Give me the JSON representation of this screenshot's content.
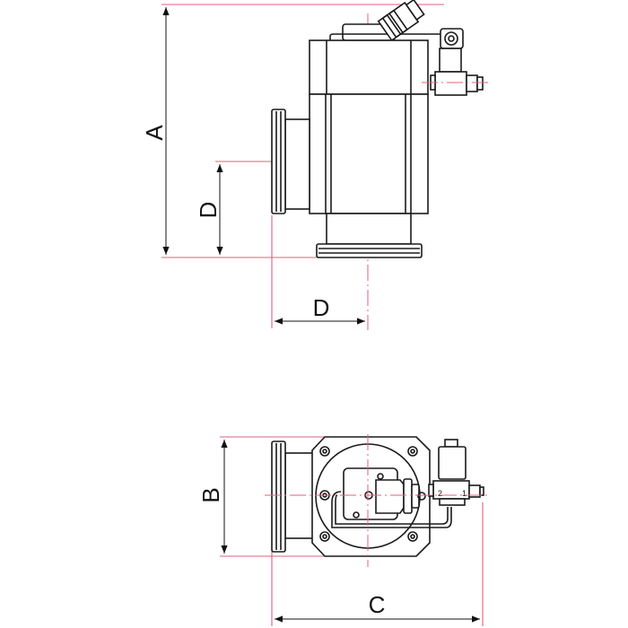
{
  "drawing": {
    "dimension_labels": {
      "a": "A",
      "d_vertical": "D",
      "d_horizontal": "D",
      "b": "B",
      "c": "C"
    },
    "solenoid_ports": {
      "port_2": "2",
      "port_1": "1"
    },
    "colors": {
      "outline": "#1a1a1a",
      "dimension": "#e0607a"
    }
  }
}
